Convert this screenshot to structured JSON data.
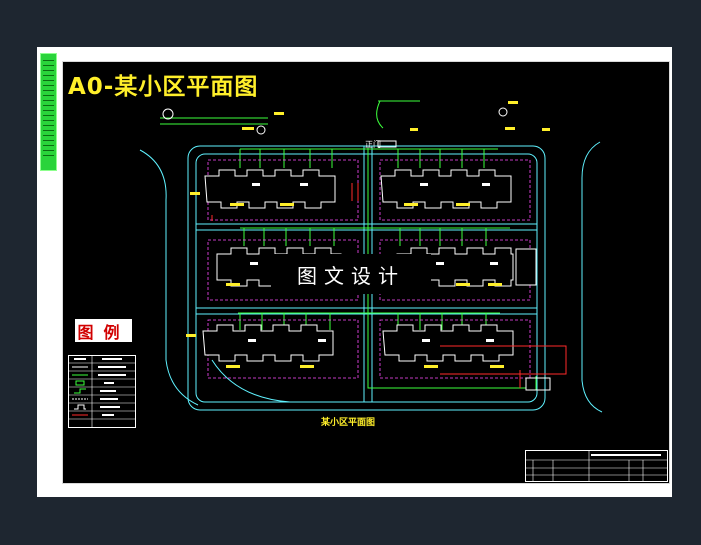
{
  "drawing": {
    "title": "A0-某小区平面图",
    "watermark": "图文设计",
    "legend_title": "图例",
    "gate_label": "正门",
    "plan_caption": "某小区平面图"
  },
  "colors": {
    "background": "#1e2630",
    "sheet": "#ffffff",
    "drawing_area": "#000000",
    "title": "#ffef2a",
    "building_outline": "#ffffff",
    "road": "#5ff2ff",
    "pipe": "#3cff3c",
    "red_line": "#ff2a2a",
    "binding_strip": "#2ad43b"
  },
  "icons": [
    "gate-icon",
    "north-arrow-icon",
    "transformer-icon",
    "compass-icon"
  ]
}
